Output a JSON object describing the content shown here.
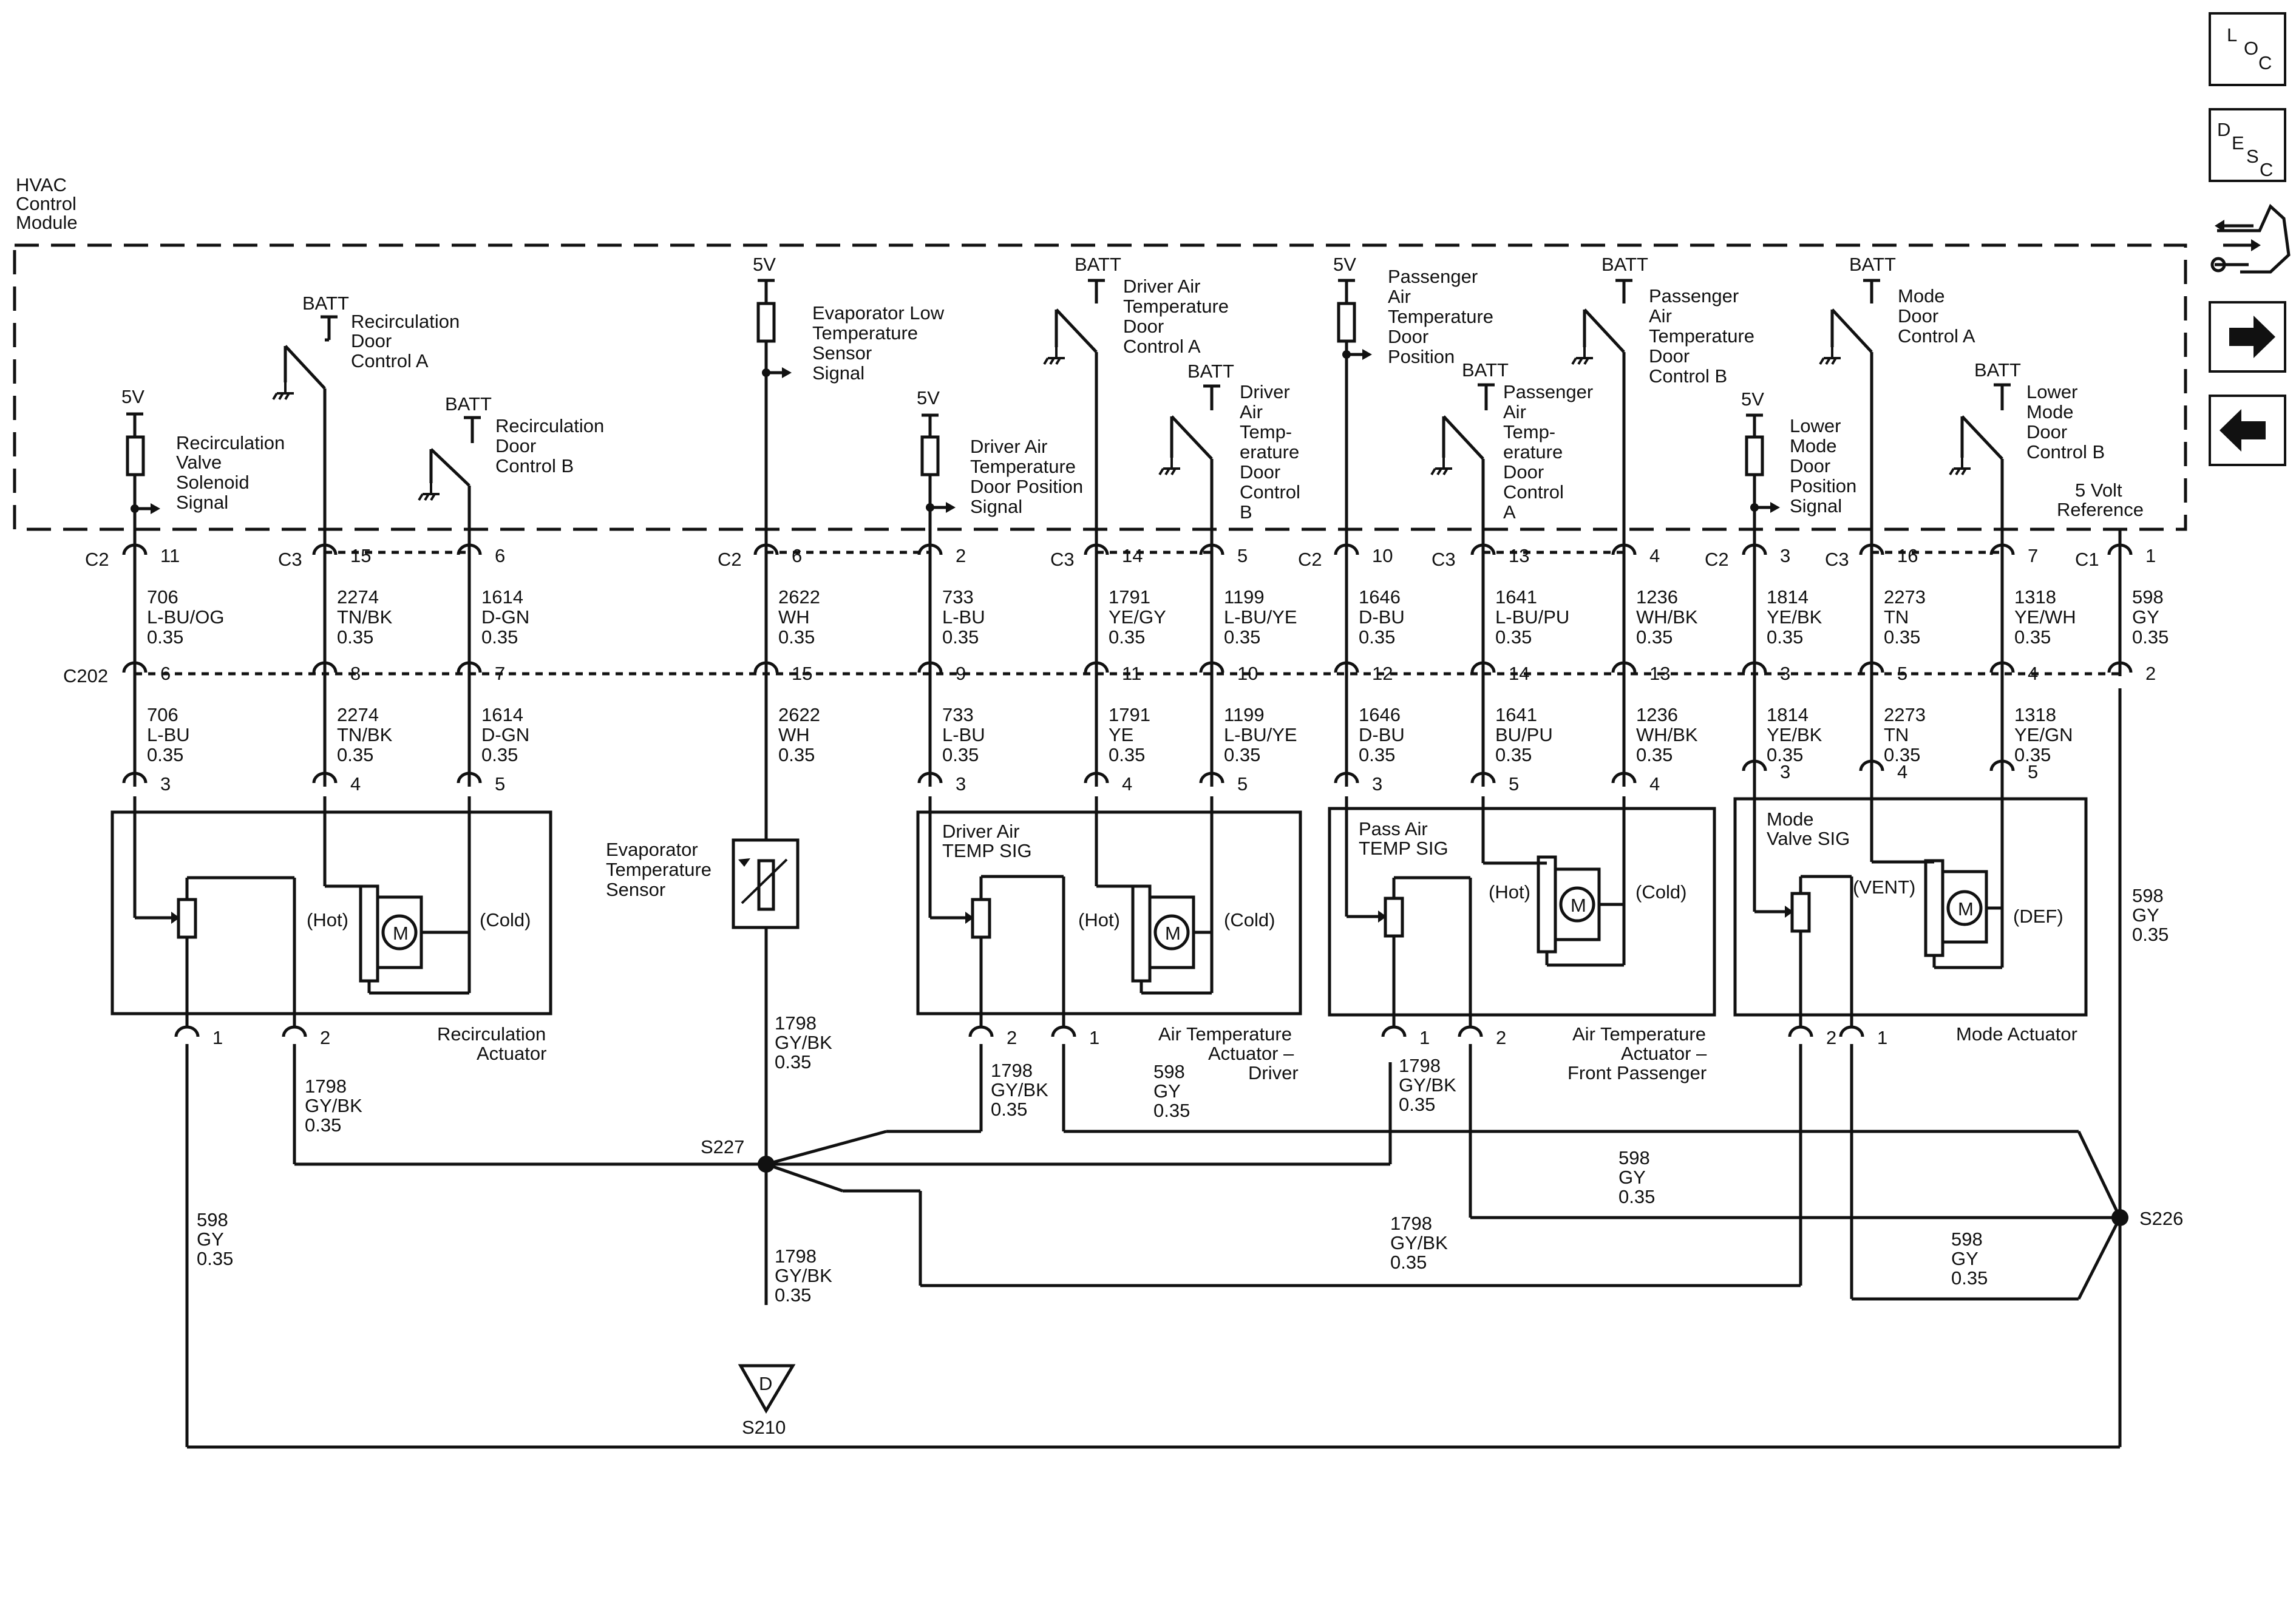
{
  "module": {
    "line1": "HVAC",
    "line2": "Control",
    "line3": "Module"
  },
  "connectors_top": {
    "c2": "C2",
    "c3": "C3",
    "c1": "C1"
  },
  "connectors_mid": {
    "c202": "C202"
  },
  "supplies": {
    "v5": "5V",
    "batt": "BATT"
  },
  "circuits_internal": [
    {
      "l1": "Recirculation",
      "l2": "Valve",
      "l3": "Solenoid",
      "l4": "Signal"
    },
    {
      "l1": "Recirculation",
      "l2": "Door",
      "l3": "Control A"
    },
    {
      "l1": "Recirculation",
      "l2": "Door",
      "l3": "Control B"
    },
    {
      "l1": "Evaporator Low",
      "l2": "Temperature",
      "l3": "Sensor",
      "l4": "Signal"
    },
    {
      "l1": "Driver Air",
      "l2": "Temperature",
      "l3": "Door Position",
      "l4": "Signal"
    },
    {
      "l1": "Driver Air",
      "l2": "Temperature",
      "l3": "Door",
      "l4": "Control A"
    },
    {
      "l1": "Driver",
      "l2": "Air",
      "l3": "Temp-",
      "l4": "erature",
      "l5": "Door",
      "l6": "Control",
      "l7": "B"
    },
    {
      "l1": "Passenger",
      "l2": "Air",
      "l3": "Temperature",
      "l4": "Door",
      "l5": "Position"
    },
    {
      "l1": "Passenger",
      "l2": "Air",
      "l3": "Temp-",
      "l4": "erature",
      "l5": "Door",
      "l6": "Control",
      "l7": "A"
    },
    {
      "l1": "Passenger",
      "l2": "Air",
      "l3": "Temperature",
      "l4": "Door",
      "l5": "Control B"
    },
    {
      "l1": "Lower",
      "l2": "Mode",
      "l3": "Door",
      "l4": "Position",
      "l5": "Signal"
    },
    {
      "l1": "Mode",
      "l2": "Door",
      "l3": "Control A"
    },
    {
      "l1": "Lower",
      "l2": "Mode",
      "l3": "Door",
      "l4": "Control B"
    },
    {
      "l1": "5 Volt",
      "l2": "Reference"
    }
  ],
  "pins_top": [
    "11",
    "15",
    "6",
    "6",
    "2",
    "14",
    "5",
    "10",
    "13",
    "4",
    "3",
    "16",
    "7",
    "1"
  ],
  "wires_upper": [
    {
      "n": "706",
      "c": "L-BU/OG",
      "g": "0.35"
    },
    {
      "n": "2274",
      "c": "TN/BK",
      "g": "0.35"
    },
    {
      "n": "1614",
      "c": "D-GN",
      "g": "0.35"
    },
    {
      "n": "2622",
      "c": "WH",
      "g": "0.35"
    },
    {
      "n": "733",
      "c": "L-BU",
      "g": "0.35"
    },
    {
      "n": "1791",
      "c": "YE/GY",
      "g": "0.35"
    },
    {
      "n": "1199",
      "c": "L-BU/YE",
      "g": "0.35"
    },
    {
      "n": "1646",
      "c": "D-BU",
      "g": "0.35"
    },
    {
      "n": "1641",
      "c": "L-BU/PU",
      "g": "0.35"
    },
    {
      "n": "1236",
      "c": "WH/BK",
      "g": "0.35"
    },
    {
      "n": "1814",
      "c": "YE/BK",
      "g": "0.35"
    },
    {
      "n": "2273",
      "c": "TN",
      "g": "0.35"
    },
    {
      "n": "1318",
      "c": "YE/WH",
      "g": "0.35"
    },
    {
      "n": "598",
      "c": "GY",
      "g": "0.35"
    }
  ],
  "pins_c202": [
    "6",
    "8",
    "7",
    "15",
    "9",
    "11",
    "10",
    "12",
    "14",
    "13",
    "3",
    "5",
    "4",
    "2"
  ],
  "wires_lower": [
    {
      "n": "706",
      "c": "L-BU",
      "g": "0.35"
    },
    {
      "n": "2274",
      "c": "TN/BK",
      "g": "0.35"
    },
    {
      "n": "1614",
      "c": "D-GN",
      "g": "0.35"
    },
    {
      "n": "2622",
      "c": "WH",
      "g": "0.35"
    },
    {
      "n": "733",
      "c": "L-BU",
      "g": "0.35"
    },
    {
      "n": "1791",
      "c": "YE",
      "g": "0.35"
    },
    {
      "n": "1199",
      "c": "L-BU/YE",
      "g": "0.35"
    },
    {
      "n": "1646",
      "c": "D-BU",
      "g": "0.35"
    },
    {
      "n": "1641",
      "c": "BU/PU",
      "g": "0.35"
    },
    {
      "n": "1236",
      "c": "WH/BK",
      "g": "0.35"
    },
    {
      "n": "1814",
      "c": "YE/BK",
      "g": "0.35"
    },
    {
      "n": "2273",
      "c": "TN",
      "g": "0.35"
    },
    {
      "n": "1318",
      "c": "YE/GN",
      "g": "0.35"
    }
  ],
  "pins_component": [
    "3",
    "4",
    "5",
    "3",
    "4",
    "5",
    "3",
    "5",
    "4",
    "3",
    "4",
    "5"
  ],
  "pins_bottom": [
    "1",
    "2",
    "2",
    "1",
    "1",
    "2",
    "2",
    "1"
  ],
  "components": {
    "recirc": {
      "name1": "Recirculation",
      "name2": "Actuator",
      "hot": "(Hot)",
      "cold": "(Cold)",
      "m": "M"
    },
    "evap": {
      "name1": "Evaporator",
      "name2": "Temperature",
      "name3": "Sensor"
    },
    "driver": {
      "sig1": "Driver Air",
      "sig2": "TEMP SIG",
      "name1": "Air Temperature",
      "name2": "Actuator –",
      "name3": "Driver",
      "hot": "(Hot)",
      "cold": "(Cold)",
      "m": "M"
    },
    "pass": {
      "sig1": "Pass Air",
      "sig2": "TEMP SIG",
      "name1": "Air Temperature",
      "name2": "Actuator –",
      "name3": "Front Passenger",
      "hot": "(Hot)",
      "cold": "(Cold)",
      "m": "M"
    },
    "mode": {
      "sig1": "Mode",
      "sig2": "Valve SIG",
      "name1": "Mode Actuator",
      "vent": "(VENT)",
      "def": "(DEF)",
      "m": "M"
    }
  },
  "ground_wires": [
    {
      "n": "1798",
      "c": "GY/BK",
      "g": "0.35"
    },
    {
      "n": "598",
      "c": "GY",
      "g": "0.35"
    }
  ],
  "splices": {
    "s227": "S227",
    "s226": "S226",
    "s210": "S210",
    "ground_letter": "D"
  },
  "nav": {
    "loc": {
      "a": "L",
      "b": "O",
      "c": "C"
    },
    "desc": {
      "a": "D",
      "b": "E",
      "c": "S",
      "d": "C"
    }
  }
}
